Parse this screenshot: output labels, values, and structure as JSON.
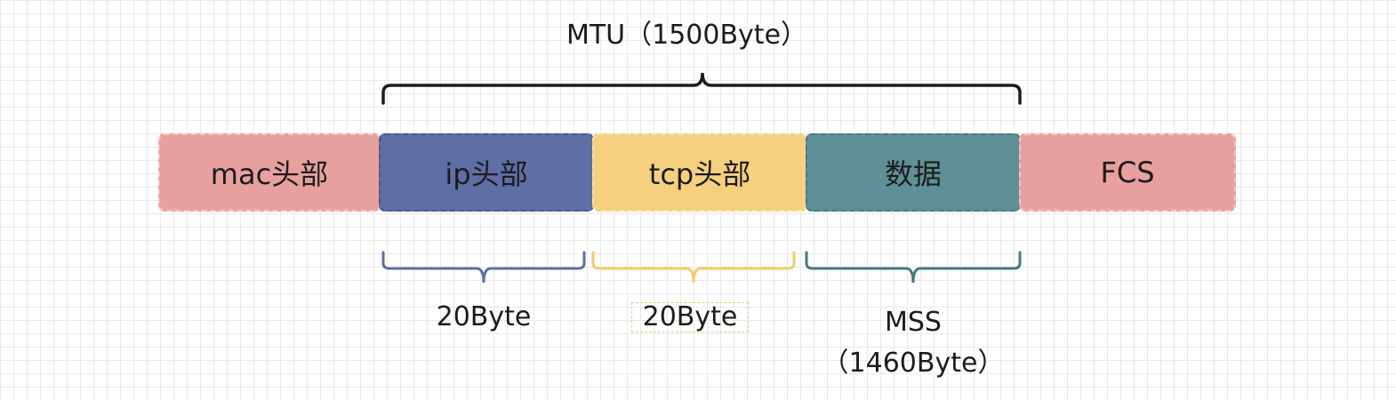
{
  "mtu_label": "MTU（1500Byte）",
  "segments": [
    {
      "label": "mac头部",
      "color": "#e8a09e"
    },
    {
      "label": "ip头部",
      "color": "#5f6fa5"
    },
    {
      "label": "tcp头部",
      "color": "#f5d07f"
    },
    {
      "label": "数据",
      "color": "#5e9097"
    },
    {
      "label": "FCS",
      "color": "#e8a09e"
    }
  ],
  "annotations": {
    "ip_size": "20Byte",
    "tcp_size": "20Byte",
    "mss_title": "MSS",
    "mss_size": "（1460Byte）"
  },
  "colors": {
    "mtu_brace": "#1c1c1c",
    "ip_brace": "#5f6fa5",
    "tcp_brace": "#f0cc6e",
    "data_brace": "#467a80"
  }
}
